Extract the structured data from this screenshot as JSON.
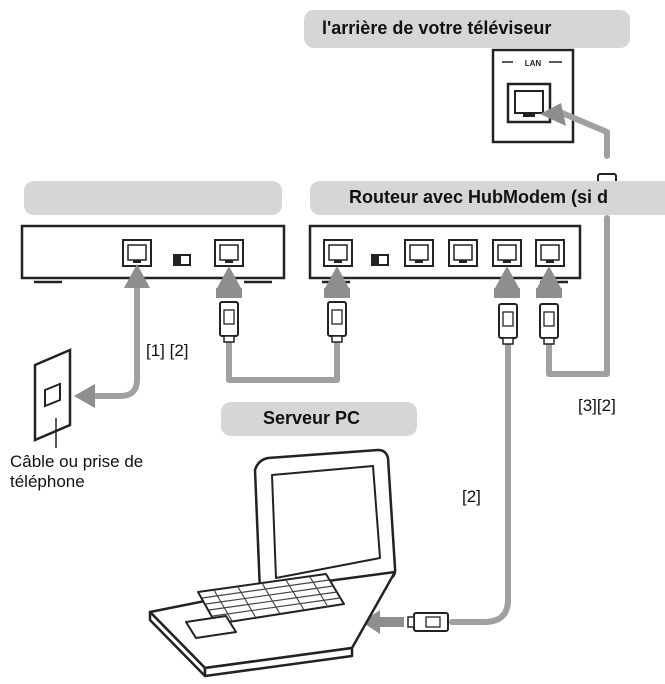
{
  "labels": {
    "tv_back": "l'arrière de votre téléviseur",
    "router": "Routeur avec HubModem (si d",
    "server": "Serveur PC",
    "lan_port": "LAN",
    "wall_socket": "Câble ou prise de\ntéléphone",
    "cable_modem": "[1] [2]",
    "cable_tv": "[3][2]",
    "cable_pc": "[2]"
  },
  "colors": {
    "pill": "#d6d6d6",
    "cable": "#a0a0a0",
    "outline": "#222222",
    "arrow": "#8e8e8e"
  }
}
